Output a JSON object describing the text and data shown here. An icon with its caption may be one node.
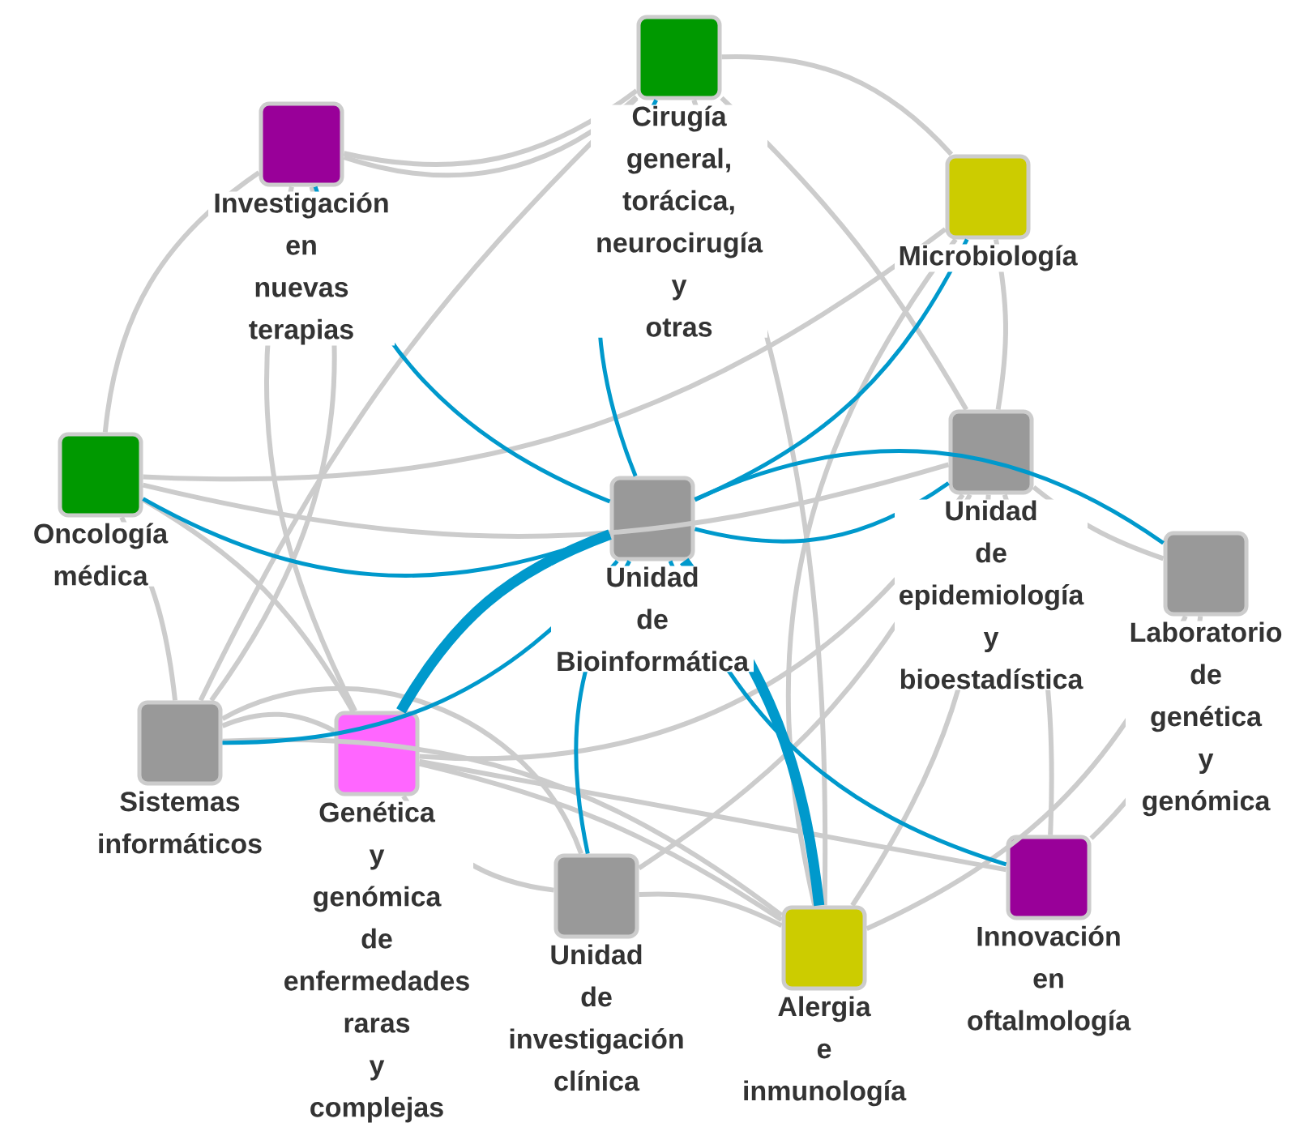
{
  "diagram": {
    "nodes": [
      {
        "text": [
          "Cirugía general, torácica, neurocirugía y otras"
        ]
      },
      {
        "text": [
          "Investigación en nuevas terapias"
        ]
      },
      {
        "text": [
          "Microbiología"
        ]
      },
      {
        "text": [
          "Oncología médica"
        ]
      },
      {
        "text": [
          "Unidad de Bioinformática"
        ]
      },
      {
        "text": [
          "Unidad de epidemiología y bioestadística"
        ]
      },
      {
        "text": [
          "Laboratorio de genética y genómica"
        ]
      },
      {
        "text": [
          "Sistemas informáticos"
        ]
      },
      {
        "text": [
          "Genética y genómica de enfermedades raras y complejas"
        ]
      },
      {
        "text": [
          "Unidad de investigación clínica"
        ]
      },
      {
        "text": [
          "Alergia e inmunología"
        ]
      },
      {
        "text": [
          "Innovación en oftalmología"
        ]
      }
    ],
    "edges": [
      {
        "from": 0,
        "to": 1,
        "arrow": "none"
      },
      {
        "from": 1,
        "to": 0,
        "arrow": "none"
      },
      {
        "from": 0,
        "to": 2,
        "arrow": "none"
      },
      {
        "from": 0,
        "to": 5,
        "arrow": "none"
      },
      {
        "from": 0,
        "to": 7,
        "arrow": "none"
      },
      {
        "from": 0,
        "to": 10,
        "arrow": "none"
      },
      {
        "from": 1,
        "to": 3,
        "arrow": "none"
      },
      {
        "from": 1,
        "to": 7,
        "arrow": "none"
      },
      {
        "from": 1,
        "to": 8,
        "arrow": "none"
      },
      {
        "from": 2,
        "to": 3,
        "arrow": "none"
      },
      {
        "from": 2,
        "to": 10,
        "arrow": "none"
      },
      {
        "from": 2,
        "to": 5,
        "arrow": "none"
      },
      {
        "from": 3,
        "to": 7,
        "arrow": "none"
      },
      {
        "from": 3,
        "to": 8,
        "arrow": "none"
      },
      {
        "from": 3,
        "to": 5,
        "arrow": "none"
      },
      {
        "from": 5,
        "to": 6,
        "arrow": "none"
      },
      {
        "from": 5,
        "to": 8,
        "arrow": "none"
      },
      {
        "from": 5,
        "to": 10,
        "arrow": "none"
      },
      {
        "from": 5,
        "to": 11,
        "arrow": "none"
      },
      {
        "from": 5,
        "to": 9,
        "arrow": "none"
      },
      {
        "from": 6,
        "to": 10,
        "arrow": "none"
      },
      {
        "from": 6,
        "to": 11,
        "arrow": "none"
      },
      {
        "from": 7,
        "to": 8,
        "arrow": "none"
      },
      {
        "from": 7,
        "to": 9,
        "arrow": "none"
      },
      {
        "from": 7,
        "to": 10,
        "arrow": "none"
      },
      {
        "from": 8,
        "to": 9,
        "arrow": "none"
      },
      {
        "from": 8,
        "to": 10,
        "arrow": "none"
      },
      {
        "from": 8,
        "to": 11,
        "arrow": "none"
      },
      {
        "from": 9,
        "to": 10,
        "arrow": "none"
      },
      {
        "from": 1,
        "to": 4,
        "arrow": "none",
        "color": "#0099cc"
      },
      {
        "from": 0,
        "to": 4,
        "arrow": "none",
        "color": "#0099cc"
      },
      {
        "from": 2,
        "to": 4,
        "arrow": "none",
        "color": "#0099cc"
      },
      {
        "from": 3,
        "to": 4,
        "arrow": "none",
        "color": "#0099cc"
      },
      {
        "from": 5,
        "to": 4,
        "arrow": "none",
        "color": "#0099cc"
      },
      {
        "from": 6,
        "to": 4,
        "arrow": "none",
        "color": "#0099cc"
      },
      {
        "from": 7,
        "to": 4,
        "arrow": "none",
        "color": "#0099cc"
      },
      {
        "from": 8,
        "to": 4,
        "arrow": "none",
        "style": "thick",
        "color": "#0099cc"
      },
      {
        "from": 9,
        "to": 4,
        "arrow": "none",
        "color": "#0099cc"
      },
      {
        "from": 10,
        "to": 4,
        "arrow": "none",
        "style": "thick",
        "color": "#0099cc"
      },
      {
        "from": 11,
        "to": 4,
        "arrow": "none",
        "color": "#0099cc"
      }
    ]
  }
}
